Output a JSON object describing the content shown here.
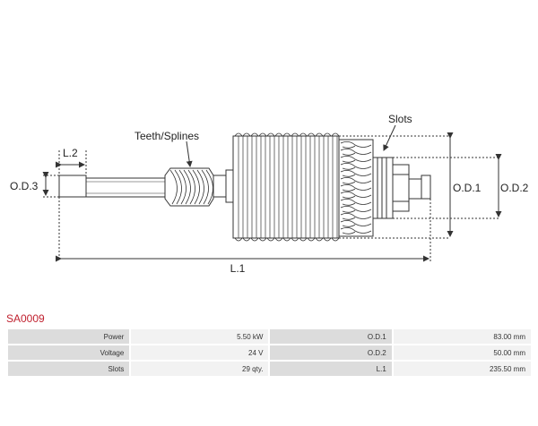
{
  "diagram": {
    "labels": {
      "slots": "Slots",
      "teeth": "Teeth/Splines",
      "l2": "L.2",
      "od3": "O.D.3",
      "od1": "O.D.1",
      "od2": "O.D.2",
      "l1": "L.1"
    }
  },
  "product": {
    "code": "SA0009"
  },
  "specs": {
    "rows": [
      {
        "label1": "Power",
        "value1": "5.50 kW",
        "label2": "O.D.1",
        "value2": "83.00 mm"
      },
      {
        "label1": "Voltage",
        "value1": "24 V",
        "label2": "O.D.2",
        "value2": "50.00 mm"
      },
      {
        "label1": "Slots",
        "value1": "29 qty.",
        "label2": "L.1",
        "value2": "235.50 mm"
      }
    ]
  },
  "colors": {
    "accent": "#c0212f",
    "label_cell": "#dcdcdc",
    "value_cell": "#f2f2f2",
    "line": "#333333"
  }
}
